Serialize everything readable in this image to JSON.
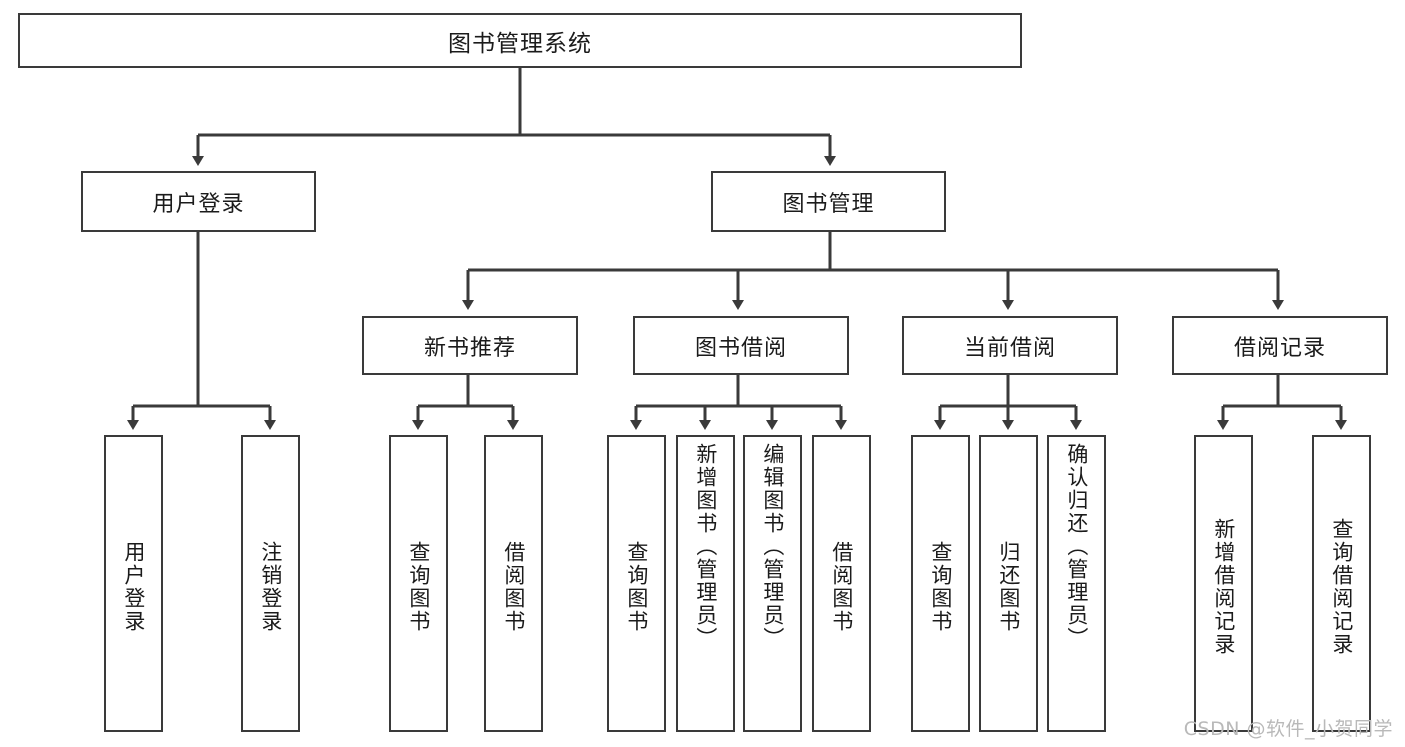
{
  "diagram": {
    "title": "图书管理系统",
    "watermark": "CSDN @软件_小贺同学",
    "line_color": "#3a3a3a",
    "text_color": "#1b1b1b",
    "background": "#ffffff",
    "levels": {
      "root": {
        "label": "图书管理系统"
      },
      "level2": [
        {
          "label": "用户登录"
        },
        {
          "label": "图书管理"
        }
      ],
      "level3": [
        {
          "label": "新书推荐"
        },
        {
          "label": "图书借阅"
        },
        {
          "label": "当前借阅"
        },
        {
          "label": "借阅记录"
        }
      ],
      "leaves": [
        {
          "label": "用户登录",
          "parent": "用户登录"
        },
        {
          "label": "注销登录",
          "parent": "用户登录"
        },
        {
          "label": "查询图书",
          "parent": "新书推荐"
        },
        {
          "label": "借阅图书",
          "parent": "新书推荐"
        },
        {
          "label": "查询图书",
          "parent": "图书借阅"
        },
        {
          "label": "新增图书（管理员）",
          "parent": "图书借阅"
        },
        {
          "label": "编辑图书（管理员）",
          "parent": "图书借阅"
        },
        {
          "label": "借阅图书",
          "parent": "图书借阅"
        },
        {
          "label": "查询图书",
          "parent": "当前借阅"
        },
        {
          "label": "归还图书",
          "parent": "当前借阅"
        },
        {
          "label": "确认归还（管理员）",
          "parent": "当前借阅"
        },
        {
          "label": "新增借阅记录",
          "parent": "借阅记录"
        },
        {
          "label": "查询借阅记录",
          "parent": "借阅记录"
        }
      ]
    }
  }
}
